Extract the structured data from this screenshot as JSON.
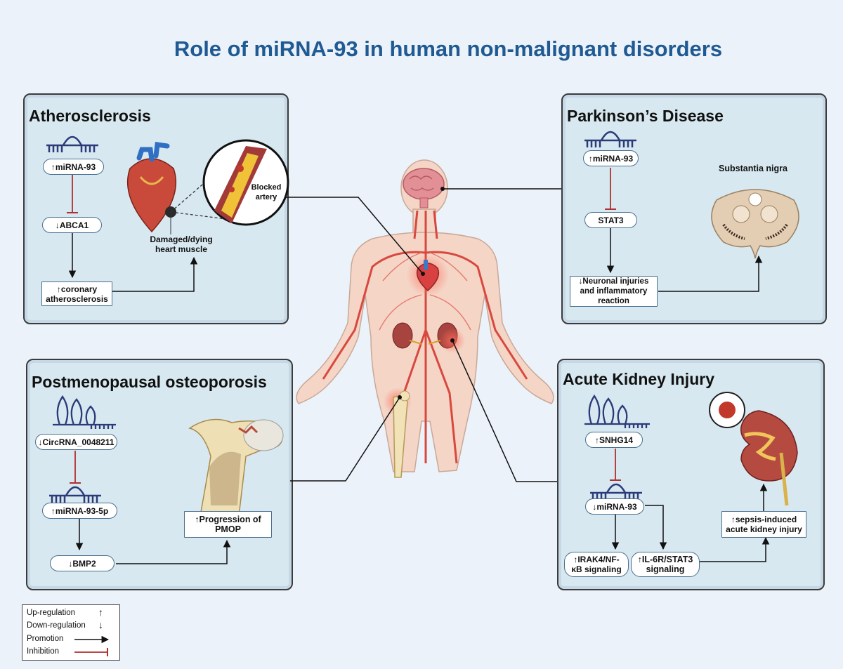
{
  "title": "Role of miRNA-93 in human non-malignant disorders",
  "panels": {
    "atherosclerosis": {
      "title": "Atherosclerosis",
      "nodes": [
        "↑miRNA-93",
        "↓ABCA1",
        "↑coronary\natherosclerosis"
      ],
      "labels": {
        "damaged": "Damaged/dying\nheart muscle",
        "blocked": "Blocked\nartery"
      }
    },
    "parkinsons": {
      "title": "Parkinson’s Disease",
      "nodes": [
        "↑miRNA-93",
        "STAT3",
        "↓Neuronal injuries\nand  inflammatory\nreaction"
      ],
      "labels": {
        "substantia": "Substantia nigra"
      }
    },
    "osteoporosis": {
      "title": "Postmenopausal osteoporosis",
      "nodes": [
        "↓CircRNA_0048211",
        "↑miRNA-93-5p",
        "↓BMP2",
        "↑Progression of\nPMOP"
      ]
    },
    "kidney": {
      "title": "Acute Kidney Injury",
      "nodes": [
        "↑SNHG14",
        "↓miRNA-93",
        "↑IRAK4/NF-\nκB  signaling",
        "↑IL-6R/STAT3\nsignaling",
        "↑sepsis-induced\nacute kidney injury"
      ]
    }
  },
  "legend": [
    {
      "label": "Up-regulation",
      "symbol": "↑"
    },
    {
      "label": "Down-regulation",
      "symbol": "↓"
    },
    {
      "label": "Promotion",
      "symbol": "arrow"
    },
    {
      "label": "Inhibition",
      "symbol": "inhibit"
    }
  ],
  "colors": {
    "title": "#1f5a93",
    "panel": "#d7e8f0",
    "inhibition": "#b03030",
    "node_border": "#4a6f8f",
    "artery": "#d9483f",
    "skin": "#f3d3c4"
  }
}
